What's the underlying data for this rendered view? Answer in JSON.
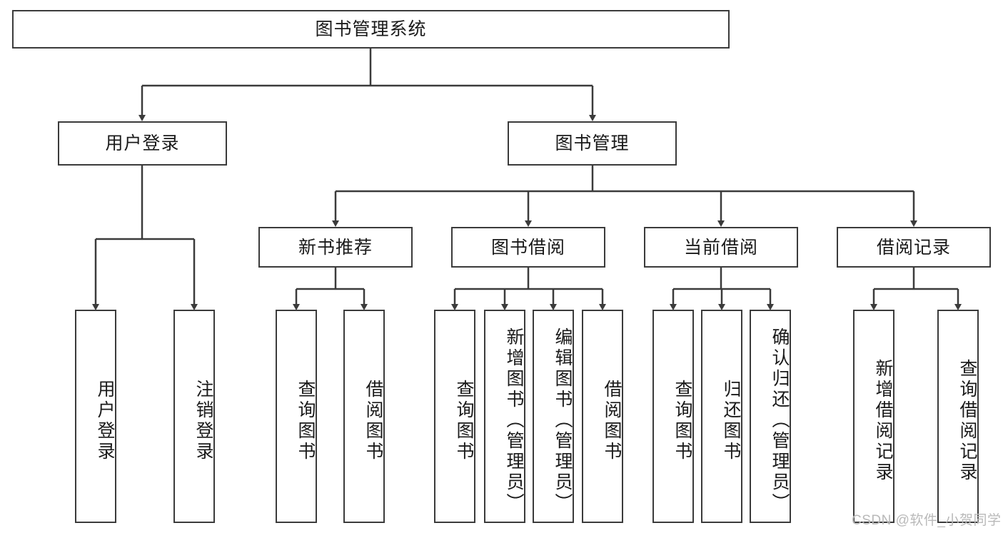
{
  "diagram": {
    "title": "图书管理系统",
    "type": "hierarchy-tree",
    "stroke_color": "#3b3b3b",
    "background_color": "#ffffff",
    "text_color": "#1a1a1a",
    "root": {
      "label": "图书管理系统"
    },
    "level2": [
      {
        "label": "用户登录"
      },
      {
        "label": "图书管理"
      }
    ],
    "level3": [
      {
        "label": "新书推荐"
      },
      {
        "label": "图书借阅"
      },
      {
        "label": "当前借阅"
      },
      {
        "label": "借阅记录"
      }
    ],
    "leaves": {
      "user_login": [
        {
          "label": "用户登录"
        },
        {
          "label": "注销登录"
        }
      ],
      "new_book_recommend": [
        {
          "label": "查询图书"
        },
        {
          "label": "借阅图书"
        }
      ],
      "book_borrow": [
        {
          "label": "查询图书"
        },
        {
          "label": "新增图书（管理员）"
        },
        {
          "label": "编辑图书（管理员）"
        },
        {
          "label": "借阅图书"
        }
      ],
      "current_borrow": [
        {
          "label": "查询图书"
        },
        {
          "label": "归还图书"
        },
        {
          "label": "确认归还（管理员）"
        }
      ],
      "borrow_record": [
        {
          "label": "新增借阅记录"
        },
        {
          "label": "查询借阅记录"
        }
      ]
    }
  },
  "watermark": {
    "text": "CSDN @软件_小贺同学",
    "color": "#b9b9b9"
  }
}
